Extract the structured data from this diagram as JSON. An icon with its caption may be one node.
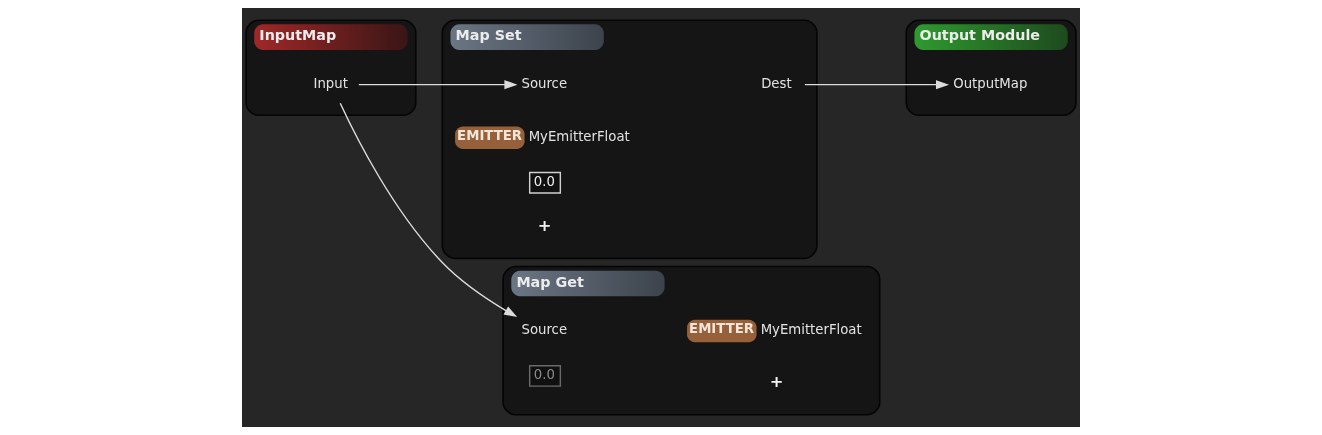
{
  "diagram": {
    "nodes": [
      {
        "text": [
          "InputMap"
        ]
      },
      {
        "text": [
          "Input"
        ],
        "in": 0
      },
      {
        "text": [
          "Map Set"
        ]
      },
      {
        "text": [
          "Source"
        ],
        "in": 2
      },
      {
        "text": [
          "Dest"
        ],
        "in": 2
      },
      {
        "text": [
          "EMITTER"
        ],
        "beside": [
          "MyEmitterFloat"
        ],
        "in": 2
      },
      {
        "text": [
          "0.0"
        ],
        "in": 2
      },
      {
        "text": [
          "Output Module"
        ]
      },
      {
        "text": [
          "OutputMap"
        ],
        "in": 7
      },
      {
        "text": [
          "Map Get"
        ]
      },
      {
        "text": [
          "Source"
        ],
        "in": 9
      },
      {
        "text": [
          "0.0"
        ],
        "in": 9
      },
      {
        "text": [
          "EMITTER"
        ],
        "beside": [
          "MyEmitterFloat"
        ],
        "in": 9
      }
    ],
    "edges": [
      {
        "from": 1,
        "to": 3,
        "arrow": "to"
      },
      {
        "from": 1,
        "to": 10,
        "arrow": "to"
      },
      {
        "from": 4,
        "to": 8,
        "arrow": "to"
      }
    ],
    "labels": [
      "+",
      "+"
    ]
  }
}
